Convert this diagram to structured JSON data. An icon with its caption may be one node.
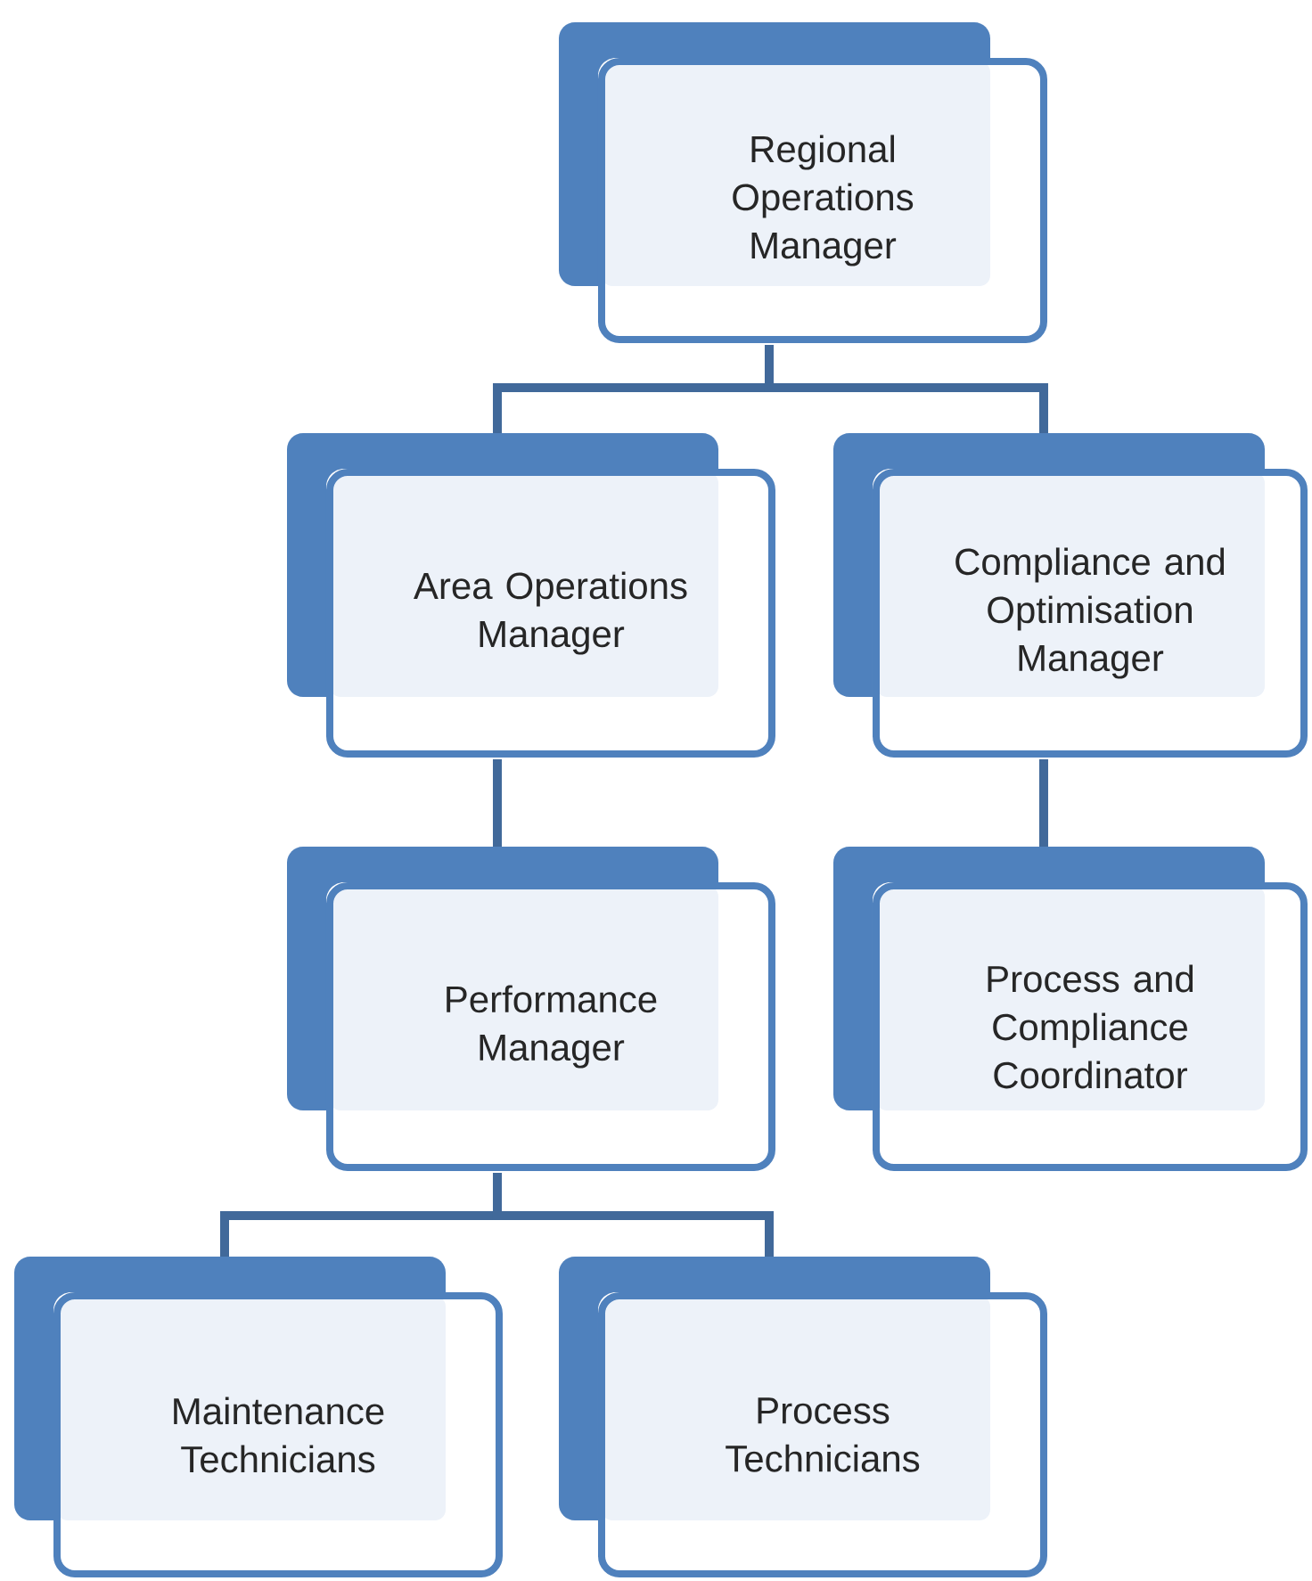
{
  "diagram": {
    "nodes": [
      {
        "text": [
          "Regional Operations Manager"
        ]
      },
      {
        "text": [
          "Area Operations Manager"
        ]
      },
      {
        "text": [
          "Compliance and Optimisation Manager"
        ]
      },
      {
        "text": [
          "Performance Manager"
        ]
      },
      {
        "text": [
          "Process and Compliance Coordinator"
        ]
      },
      {
        "text": [
          "Maintenance Technicians"
        ]
      },
      {
        "text": [
          "Process Technicians"
        ]
      }
    ],
    "edges": [
      {
        "from": 0,
        "to": 1,
        "arrow": "none"
      },
      {
        "from": 0,
        "to": 2,
        "arrow": "none"
      },
      {
        "from": 1,
        "to": 3,
        "arrow": "none"
      },
      {
        "from": 2,
        "to": 4,
        "arrow": "none"
      },
      {
        "from": 3,
        "to": 5,
        "arrow": "none"
      },
      {
        "from": 3,
        "to": 6,
        "arrow": "none"
      }
    ]
  }
}
